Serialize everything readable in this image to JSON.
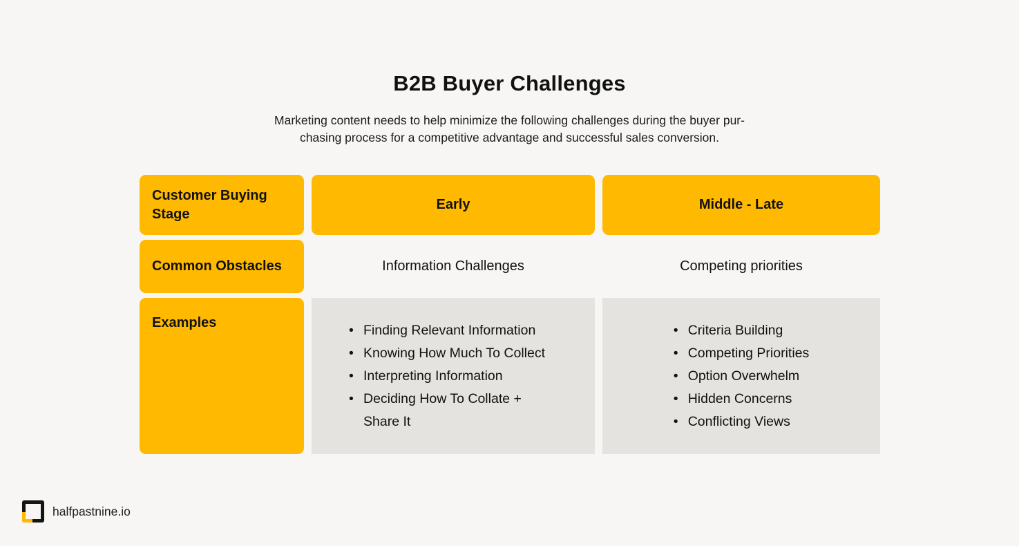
{
  "header": {
    "title": "B2B Buyer Challenges",
    "subtitle_line1": "Marketing content needs to help minimize the following challenges during the buyer pur-",
    "subtitle_line2": "chasing process for a competitive advantage and successful sales conversion."
  },
  "table": {
    "row_labels": {
      "stage": "Customer Buying Stage",
      "obstacles": "Common Obstacles",
      "examples": "Examples"
    },
    "columns": [
      {
        "stage": "Early",
        "obstacle": "Information Challenges",
        "examples": [
          "Finding Relevant Information",
          "Knowing How Much To Collect",
          "Interpreting Information",
          "Deciding How To Collate + Share It"
        ]
      },
      {
        "stage": "Middle - Late",
        "obstacle": "Competing priorities",
        "examples": [
          "Criteria Building",
          "Competing Priorities",
          "Option Overwhelm",
          "Hidden Concerns",
          "Conflicting Views"
        ]
      }
    ]
  },
  "footer": {
    "brand": "halfpastnine.io"
  },
  "colors": {
    "accent": "#FFB900",
    "cell_gray": "#E4E3E0",
    "background": "#F7F6F4",
    "text": "#111111"
  },
  "icons": {
    "bullet": "•",
    "logo": "halfpastnine-square-bracket-logo"
  }
}
